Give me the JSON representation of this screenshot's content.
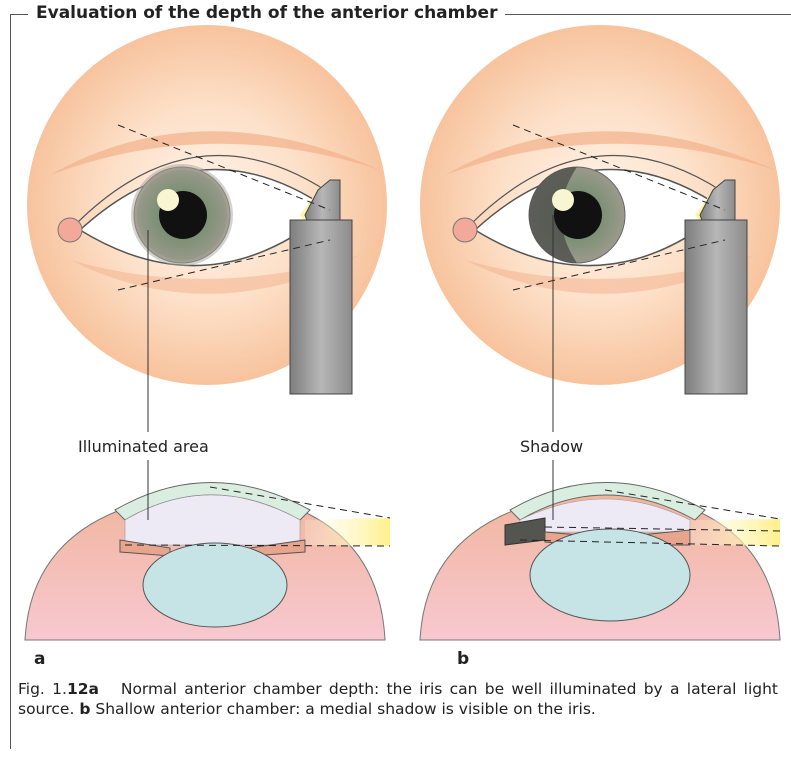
{
  "title": "Evaluation of the depth of the anterior chamber",
  "labels": {
    "illuminated_area": "Illuminated area",
    "shadow": "Shadow",
    "panel_a": "a",
    "panel_b": "b"
  },
  "caption": {
    "fig_prefix": "Fig. 1.",
    "fig_number": "12",
    "label_a": "a",
    "text_a": "Normal anterior chamber depth: the iris can be well illuminated by a lateral light source.",
    "label_b": "b",
    "text_b": "Shallow anterior chamber: a medial shadow is visible on the iris."
  },
  "colors": {
    "skin_center": "#fde2cc",
    "skin_edge": "#f6b98f",
    "iris": "#8a8a7e",
    "iris_green": "#6e8f6a",
    "lens": "#c9e4e6",
    "light": "#fff3a0",
    "lamp": "#9a9a9a",
    "cornea": "#dff0e4",
    "tissue": "#f3a9a0"
  }
}
